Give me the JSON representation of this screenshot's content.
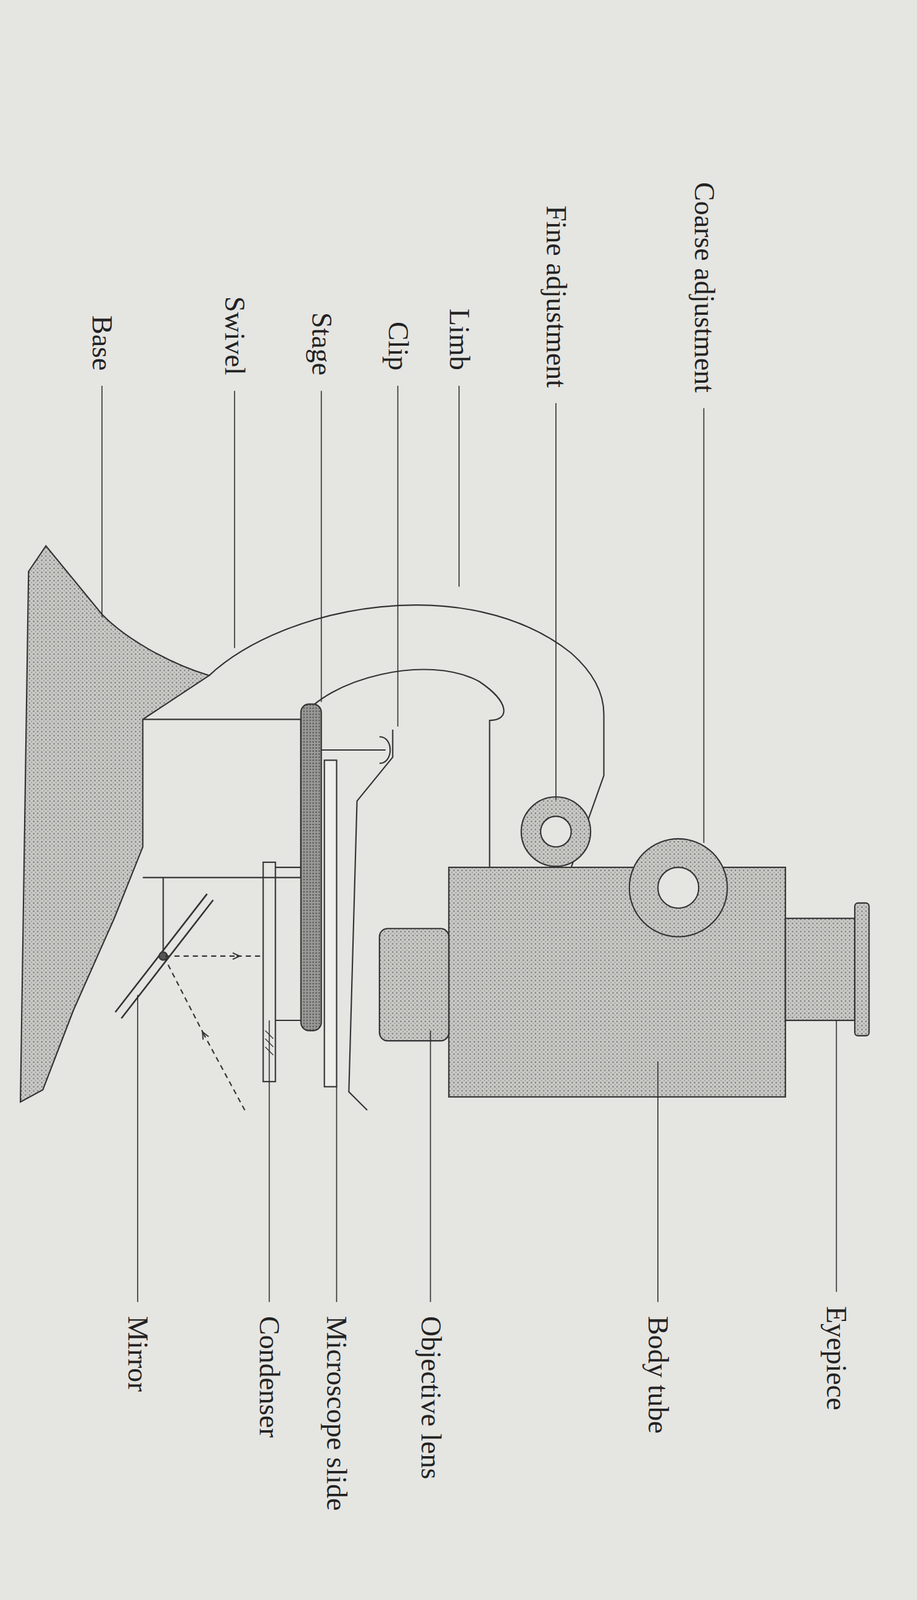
{
  "diagram": {
    "labels": [
      "Coarse adjustment",
      "Eyepiece",
      "Body tube",
      "Fine adjustment",
      "Limb",
      "Objective lens",
      "Clip",
      "Microscope slide",
      "Stage",
      "Condenser",
      "Swivel",
      "Mirror",
      "Base"
    ]
  }
}
